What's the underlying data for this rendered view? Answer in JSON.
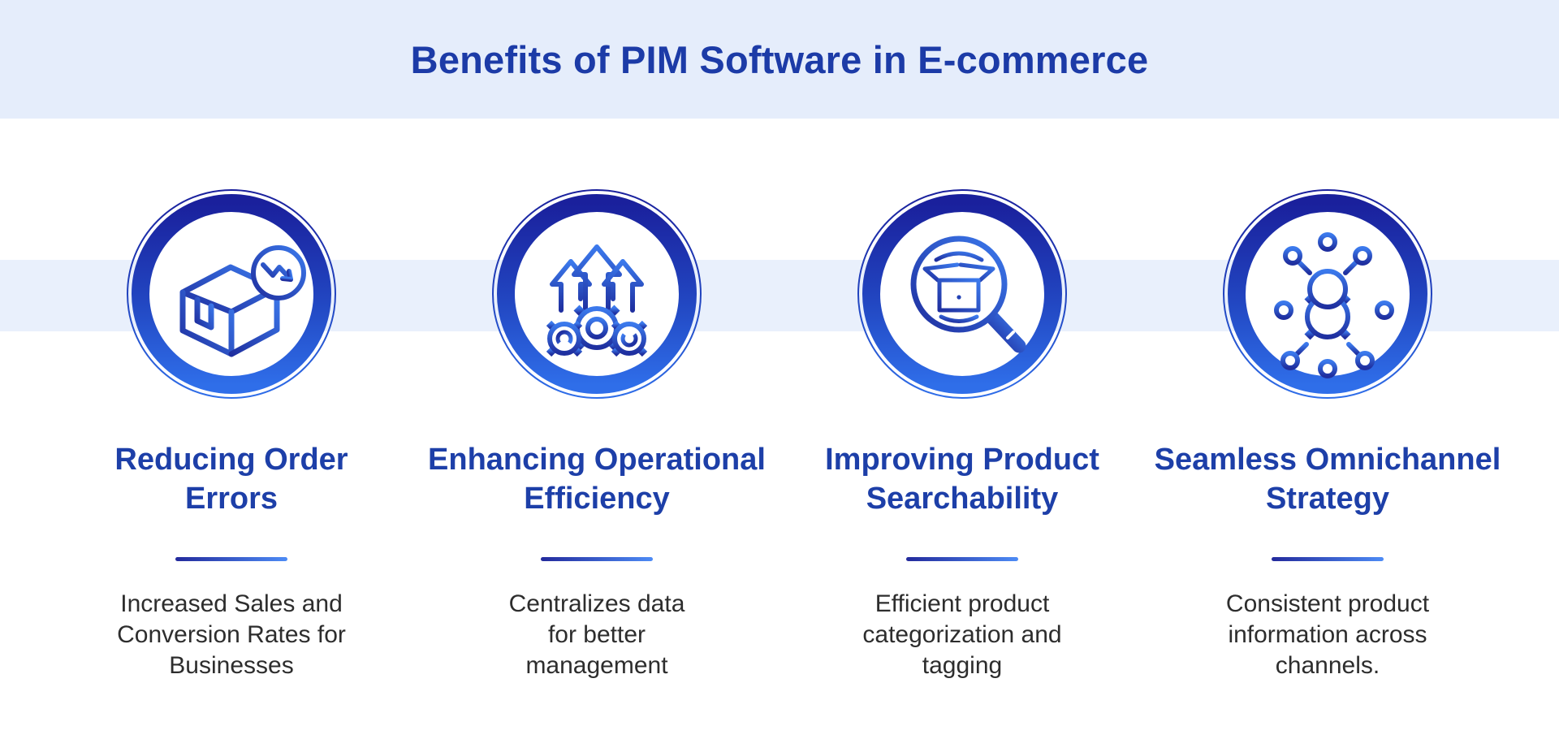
{
  "header": {
    "title": "Benefits of PIM Software in E-commerce"
  },
  "columns": [
    {
      "icon": "package-error-trend-icon",
      "heading": "Reducing Order Errors",
      "heading_lines": [
        "Reducing Order",
        "Errors"
      ],
      "description": "Increased Sales and Conversion Rates for Businesses",
      "description_lines": [
        "Increased Sales and",
        "Conversion Rates for",
        "Businesses"
      ]
    },
    {
      "icon": "gears-growth-arrows-icon",
      "heading": "Enhancing Operational Efficiency",
      "heading_lines": [
        "Enhancing Operational",
        "Efficiency"
      ],
      "description": "Centralizes data for better management",
      "description_lines": [
        "Centralizes data",
        "for better",
        "management"
      ]
    },
    {
      "icon": "product-search-magnifier-icon",
      "heading": "Improving Product Searchability",
      "heading_lines": [
        "Improving Product",
        "Searchability"
      ],
      "description": "Efficient product categorization and tagging",
      "description_lines": [
        "Efficient product",
        "categorization and",
        "tagging"
      ]
    },
    {
      "icon": "omnichannel-hub-icon",
      "heading": "Seamless Omnichannel Strategy",
      "heading_lines": [
        "Seamless Omnichannel",
        "Strategy"
      ],
      "description": "Consistent product information across channels.",
      "description_lines": [
        "Consistent product",
        "information across",
        "channels."
      ]
    }
  ],
  "colors": {
    "header_bg": "#e5edfb",
    "band_bg": "#e9f0fc",
    "title_text": "#1c3ba7",
    "heading_text": "#1d3fa8",
    "body_text": "#2d2d2d",
    "ring_gradient_top": "#1a209c",
    "ring_gradient_bottom": "#2f6ee9",
    "icon_gradient_light": "#3b79ec",
    "icon_gradient_dark": "#1f2f9f",
    "underline_gradient_left": "#232a9c",
    "underline_gradient_right": "#4d8bf5"
  }
}
